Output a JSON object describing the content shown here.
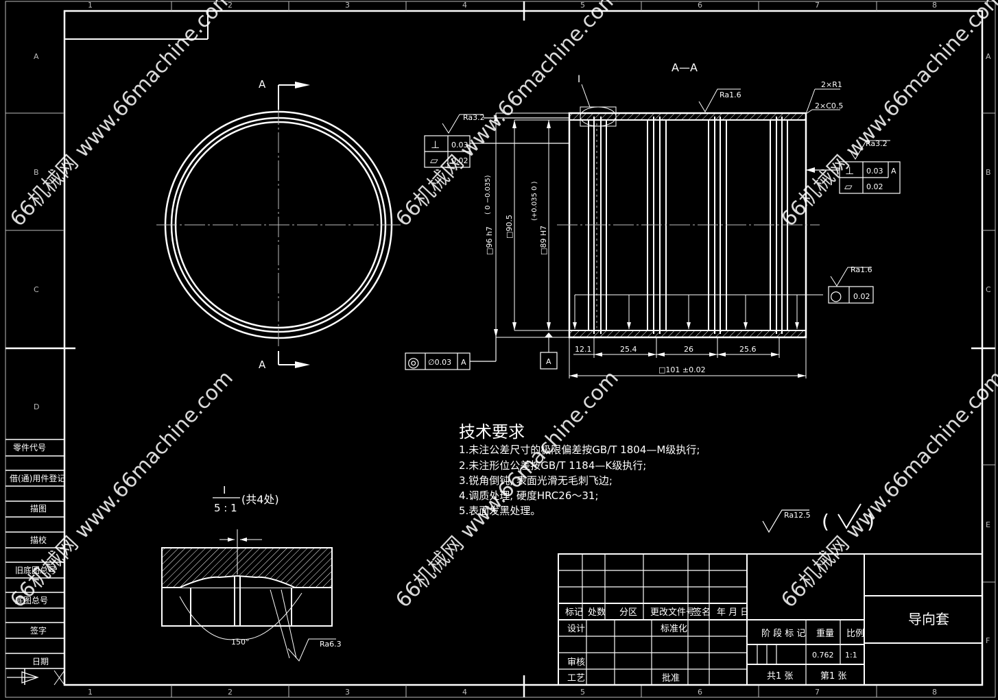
{
  "border": {
    "columns": [
      "1",
      "2",
      "3",
      "4",
      "5",
      "6",
      "7",
      "8"
    ],
    "rows": [
      "A",
      "B",
      "C",
      "D",
      "E",
      "F"
    ]
  },
  "left_strip": [
    "零件代号",
    "借(通)用件登记",
    "描图",
    "描校",
    "旧底图总号",
    "底图总号",
    "签字",
    "日期"
  ],
  "front_view": {
    "section_letter": "A"
  },
  "section": {
    "title": "A—A",
    "detail_marker": "I",
    "chamfer_r": "2×R1",
    "chamfer_c": "2×C0.5",
    "ra_top": "Ra1.6",
    "ra_left": "Ra3.2",
    "ra_right": "Ra3.2",
    "ra_bottom": "Ra1.6",
    "fcf_left": {
      "row1_symbol": "⊥",
      "row1_value": "0.03",
      "row2_symbol": "▱",
      "row2_value": "0.02"
    },
    "fcf_right": {
      "row1_symbol": "⊥",
      "row1_value": "0.03",
      "row1_datum": "A",
      "row2_symbol": "▱",
      "row2_value": "0.02"
    },
    "fcf_bottom_right": {
      "symbol": "○",
      "value": "0.02"
    },
    "fcf_bottom_left": {
      "symbol": "◎",
      "value": "∅0.03",
      "datum": "A"
    },
    "datum_label": "A",
    "dim_od": "□96 h7",
    "dim_od_tol": "( 0 −0.035)",
    "dim_mid": "□90.5",
    "dim_id": "□89 H7",
    "dim_id_tol": "(+0.035 0 )",
    "dim_segments": [
      "12.1",
      "25.4",
      "26",
      "25.6"
    ],
    "dim_length": "□101 ±0.02"
  },
  "tech_req": {
    "title": "技术要求",
    "items": [
      "1.未注公差尺寸的极限偏差按GB/T 1804—M级执行;",
      "2.未注形位公差按GB/T 1184—K级执行;",
      "3.锐角倒钝, 表面光滑无毛刺飞边;",
      "4.调质处理, 硬度HRC26～31;",
      "5.表面发黑处理。"
    ]
  },
  "detail": {
    "label": "I",
    "scale": "5 : 1",
    "note": "(共4处)",
    "angle": "150°",
    "ra": "Ra6.3"
  },
  "general_ra": {
    "value": "Ra12.5",
    "bracket_left": "(",
    "bracket_right": ")"
  },
  "title_block": {
    "part_name": "导向套",
    "headers": [
      "标记",
      "处数",
      "分区",
      "更改文件号",
      "签名",
      "年 月 日"
    ],
    "roles": [
      "设计",
      "审核",
      "工艺"
    ],
    "standardize": "标准化",
    "approve": "批准",
    "stage_mark": "阶 段 标 记",
    "weight_label": "重量",
    "scale_label": "比例",
    "weight": "0.762",
    "scale": "1:1",
    "sheets_total": "共1 张",
    "sheet_no": "第1 张"
  },
  "watermark": "66机械网 www.66machine.com"
}
